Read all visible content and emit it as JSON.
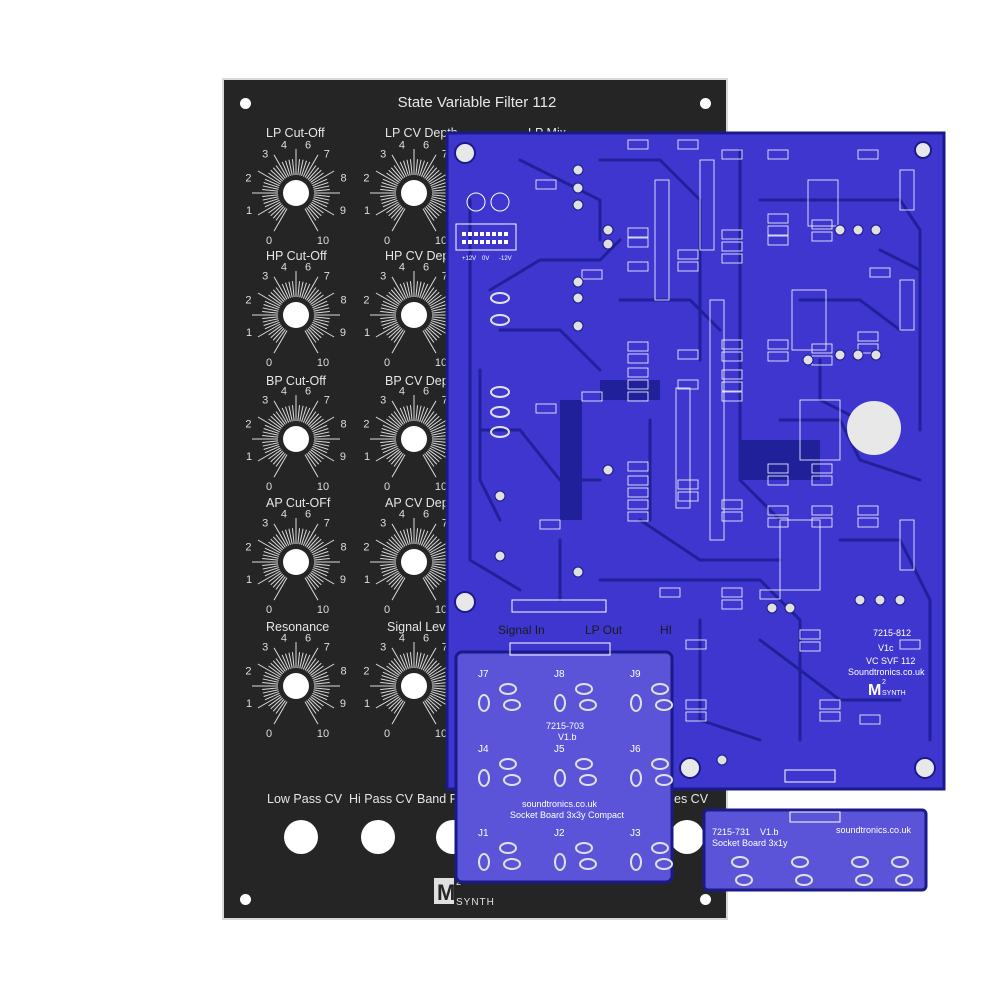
{
  "panel": {
    "title": "State Variable Filter 112",
    "knobs": [
      {
        "label": "LP Cut-Off"
      },
      {
        "label": "LP CV Depth"
      },
      {
        "label": "LP Mix"
      },
      {
        "label": "HP Cut-Off"
      },
      {
        "label": "HP CV Depth"
      },
      {
        "label": "BP Cut-Off"
      },
      {
        "label": "BP CV Depth"
      },
      {
        "label": "AP Cut-OFf"
      },
      {
        "label": "AP CV Depth"
      },
      {
        "label": "Resonance"
      },
      {
        "label": "Signal Level"
      }
    ],
    "scale": [
      "0",
      "1",
      "2",
      "3",
      "4",
      "6",
      "7",
      "8",
      "9",
      "10"
    ],
    "jack_labels": [
      "Low Pass CV",
      "Hi Pass CV",
      "Band P",
      "es CV"
    ],
    "brand": {
      "mark": "M",
      "superscript": "2",
      "word": "SYNTH"
    }
  },
  "main_board": {
    "part_number": "7215-812",
    "version": "V1c",
    "name": "VC SVF 112",
    "site": "Soundtronics.co.uk",
    "brand": {
      "mark": "M",
      "superscript": "2",
      "word": "SYNTH"
    },
    "header_labels": [
      "+12V",
      "0V",
      "-12V"
    ],
    "connector_labels": [
      "Signal In",
      "LP Out",
      "HI"
    ]
  },
  "socket_board_compact": {
    "part_number": "7215-703",
    "version": "V1.b",
    "site": "soundtronics.co.uk",
    "name": "Socket Board 3x3y Compact",
    "jacks": [
      "J7",
      "J8",
      "J9",
      "J4",
      "J5",
      "J6",
      "J1",
      "J2",
      "J3"
    ]
  },
  "socket_board_small": {
    "part_number": "7215-731",
    "version": "V1.b",
    "site": "soundtronics.co.uk",
    "name": "Socket Board 3x1y"
  },
  "colors": {
    "panel": "#252525",
    "pcb": "#3f36d0",
    "pcb_trace": "#20209a",
    "pcb_outline": "#1a1a8a",
    "silkscreen": "#ffffff"
  }
}
